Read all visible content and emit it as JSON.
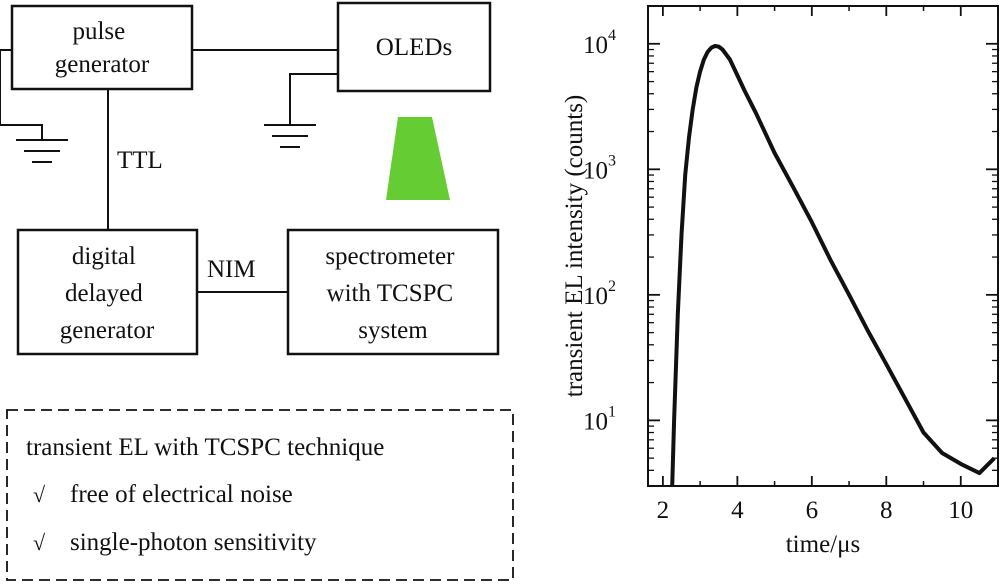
{
  "diagram": {
    "boxes": {
      "pulse_generator": [
        "pulse",
        "generator"
      ],
      "oleds": [
        "OLEDs"
      ],
      "digital_delayed_generator": [
        "digital",
        "delayed",
        "generator"
      ],
      "spectrometer": [
        "spectrometer",
        "with TCSPC",
        "system"
      ]
    },
    "signals": {
      "ttl": "TTL",
      "nim": "NIM"
    },
    "emission_color": "#66cc33",
    "note": {
      "title": "transient EL with TCSPC technique",
      "check_symbol": "√",
      "items": [
        "free of electrical noise",
        "single-photon sensitivity"
      ]
    }
  },
  "chart_data": {
    "type": "line",
    "title": "",
    "xlabel": "time/μs",
    "ylabel": "transient EL intensity (counts)",
    "xlim": [
      1.6,
      11
    ],
    "ylim": [
      3,
      20000
    ],
    "yscale": "log",
    "x_ticks": [
      2,
      4,
      6,
      8,
      10
    ],
    "y_ticks": [
      {
        "value": 10,
        "base": "10",
        "exp": "1"
      },
      {
        "value": 100,
        "base": "10",
        "exp": "2"
      },
      {
        "value": 1000,
        "base": "10",
        "exp": "3"
      },
      {
        "value": 10000,
        "base": "10",
        "exp": "4"
      }
    ],
    "grid": false,
    "line_color": "#111111",
    "series": [
      {
        "x": [
          2.25,
          2.3,
          2.4,
          2.5,
          2.6,
          2.7,
          2.8,
          2.9,
          3.0,
          3.1,
          3.2,
          3.3,
          3.4,
          3.5,
          3.6,
          3.8,
          4.0,
          4.2,
          4.5,
          5.0,
          5.5,
          6.0,
          6.5,
          7.0,
          7.5,
          8.0,
          8.5,
          9.0,
          9.5,
          10.0,
          10.5,
          10.9
        ],
        "y": [
          3,
          10,
          70,
          300,
          900,
          1800,
          3000,
          4500,
          6000,
          7500,
          8600,
          9300,
          9600,
          9500,
          9000,
          7500,
          5600,
          4200,
          2800,
          1350,
          720,
          380,
          190,
          100,
          52,
          28,
          15,
          8,
          5.5,
          4.5,
          3.8,
          5
        ]
      }
    ]
  }
}
